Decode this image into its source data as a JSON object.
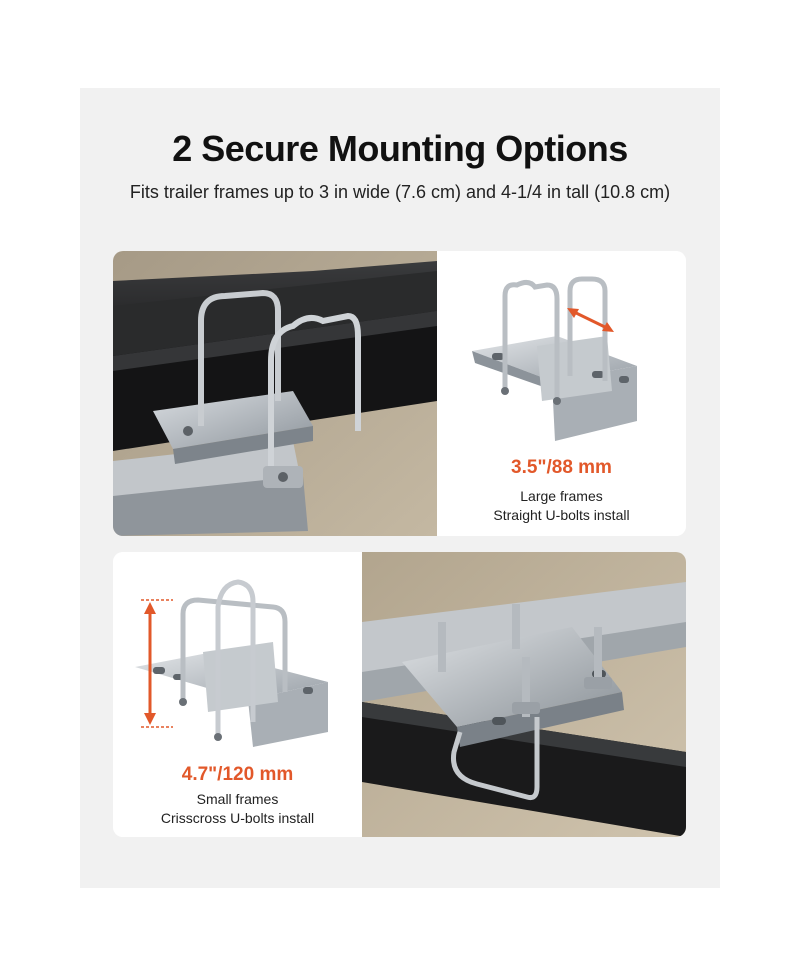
{
  "header": {
    "title": "2 Secure Mounting Options",
    "subtitle": "Fits trailer frames up to 3 in wide (7.6 cm) and 4-1/4 in tall (10.8 cm)"
  },
  "options": [
    {
      "measurement": "3.5\"/88 mm",
      "frame_size": "Large frames",
      "install": "Straight U-bolts install"
    },
    {
      "measurement": "4.7\"/120 mm",
      "frame_size": "Small frames",
      "install": "Crisscross U-bolts install"
    }
  ],
  "colors": {
    "accent": "#e2582a",
    "panel": "#f1f1f1",
    "frame_dark": "#1b1b1c",
    "steel": "#b9bec4"
  }
}
